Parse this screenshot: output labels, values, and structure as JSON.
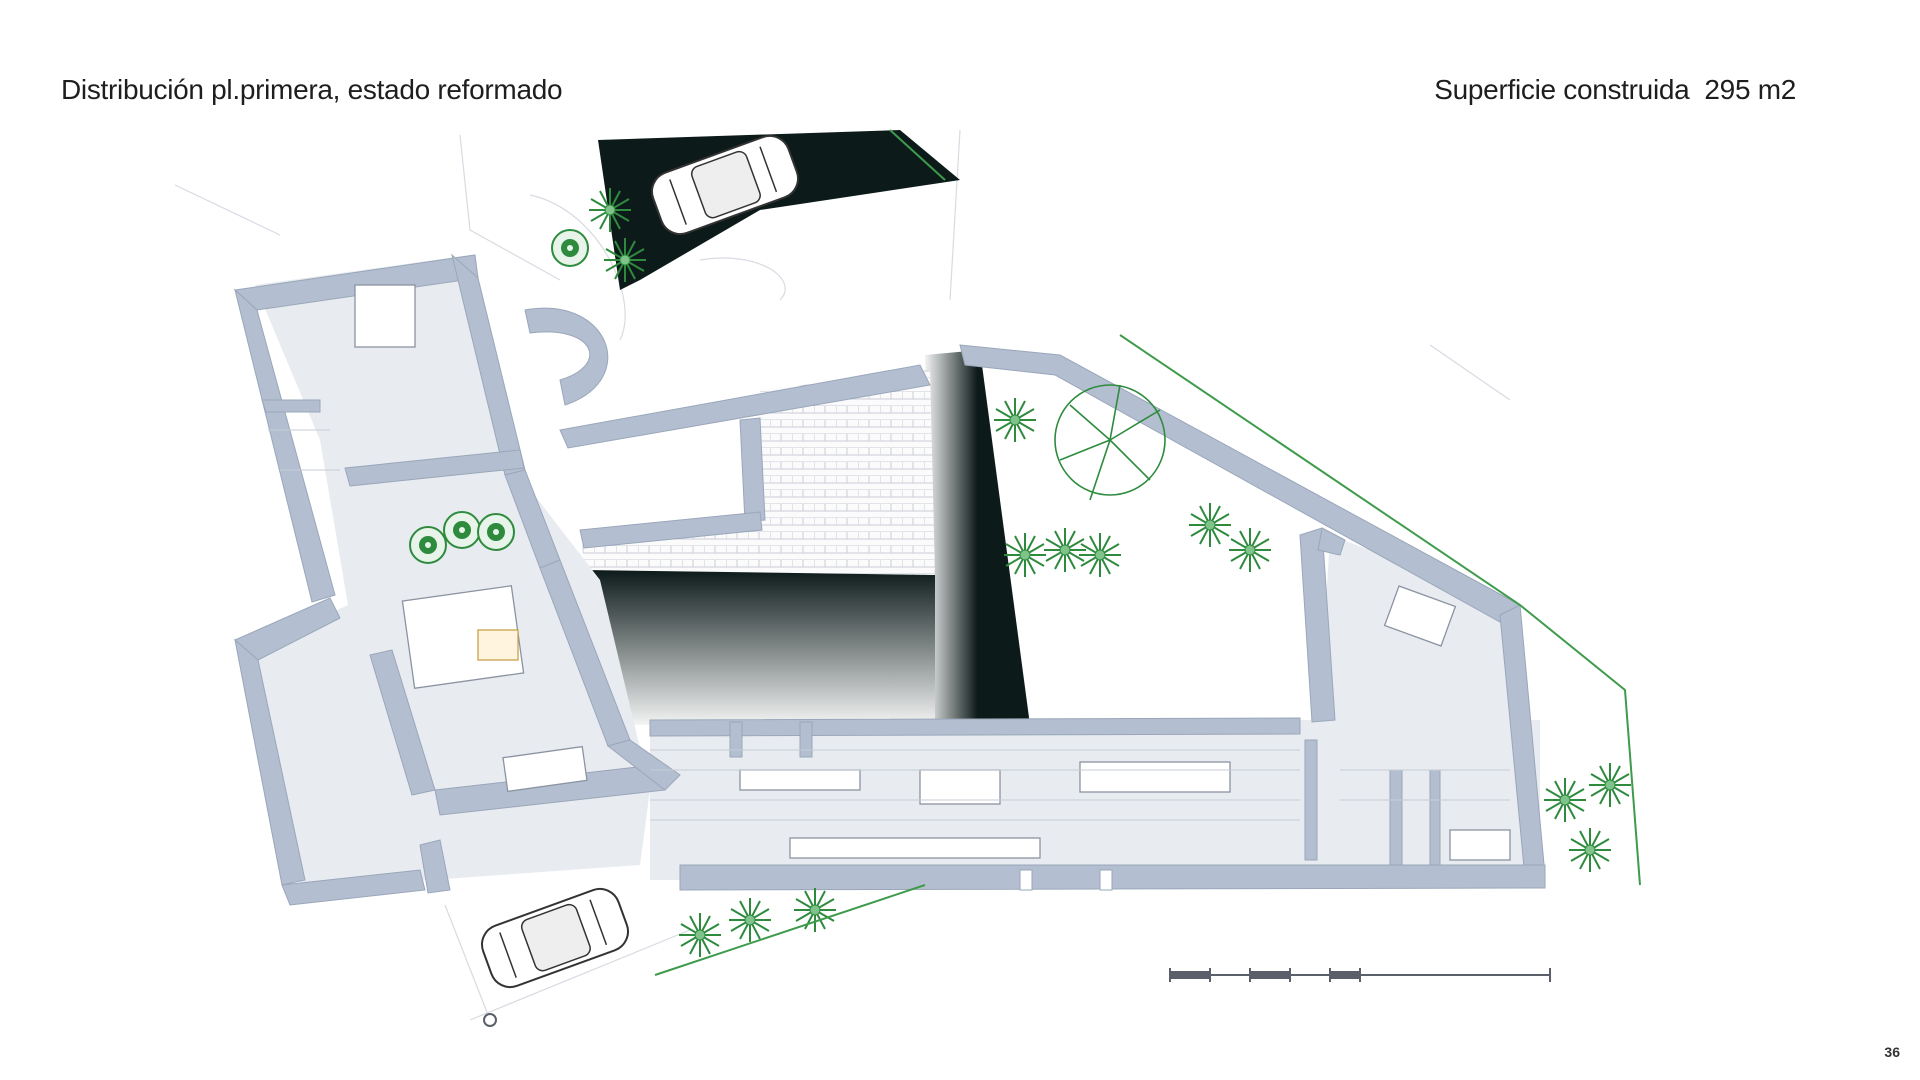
{
  "header": {
    "title": "Distribución pl.primera, estado reformado",
    "area_label": "Superficie construida",
    "area_value": "295 m2"
  },
  "footer": {
    "page_number": "36"
  },
  "colors": {
    "wall": "#b3bfd0",
    "wall_edge": "#9aa7ba",
    "floor": "#e8ebf0",
    "landscape": "#2e8b3e",
    "boundary": "#3f9b4c",
    "shadow": "#0d1a1a",
    "furniture": "#ffffff"
  }
}
